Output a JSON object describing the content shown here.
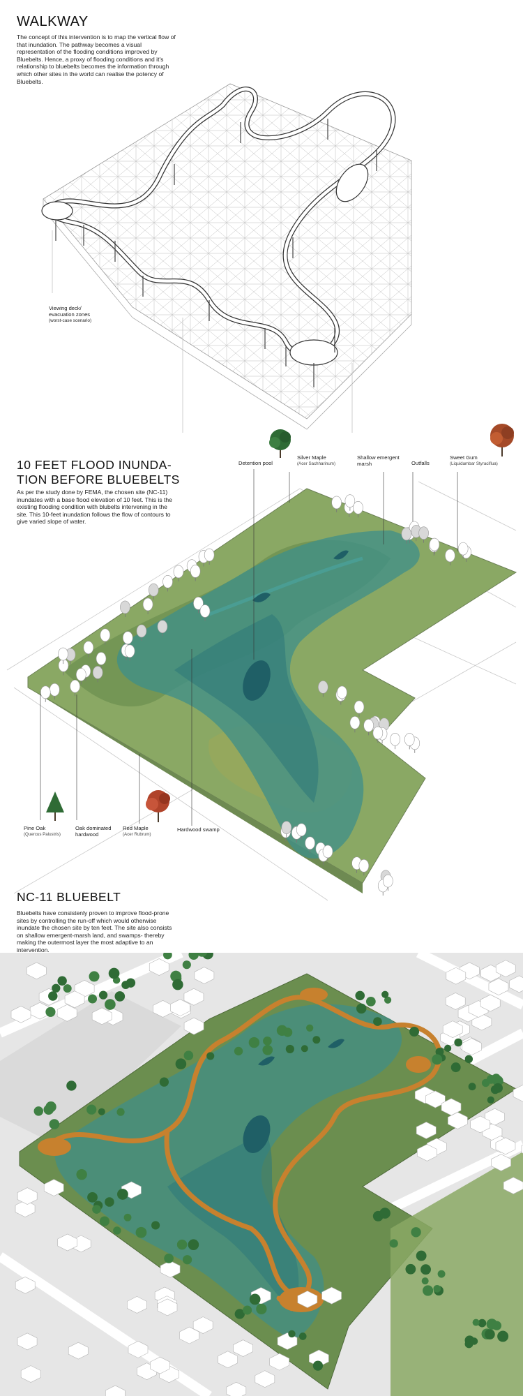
{
  "walkway": {
    "title": "WALKWAY",
    "body": "The concept of this intervention is to map the vertical flow of that inundation. The pathway becomes a visual representation of the flooding conditions improved by Bluebelts. Hence, a proxy of flooding conditions and it's relationship to bluebelts becomes the information through which other sites in the world can realise the potency of Bluebelts.",
    "deck_label_1": "Viewing deck/",
    "deck_label_2": "evacuation zones",
    "deck_label_3": "(worst-case scenario)"
  },
  "flood": {
    "title_line1": "10 FEET FLOOD INUNDA-",
    "title_line2": "TION BEFORE BLUEBELTS",
    "body": "As per the study done by FEMA, the chosen site (NC-11) inundates with a base flood elevation of 10 feet. This is the existing flooding condition with blubelts intervening in the site. This 10-feet inundation follows the flow of contours to give varied slope of water.",
    "labels": {
      "detention_pool": "Detention pool",
      "silver_maple": "Silver Maple",
      "silver_maple_latin": "(Acer Sachharinum)",
      "shallow_marsh_1": "Shallow emergent",
      "shallow_marsh_2": "marsh",
      "outfalls": "Outfalls",
      "sweet_gum": "Sweet Gum",
      "sweet_gum_latin": "(Liquidambar Styraciflua)",
      "pine_oak": "Pine Oak",
      "pine_oak_latin": "(Quercus Palustris)",
      "oak_hardwood_1": "Oak dominated",
      "oak_hardwood_2": "hardwood",
      "red_maple": "Red Maple",
      "red_maple_latin": "(Acer Rubrum)",
      "hardwood_swamp": "Hardwood swamp"
    }
  },
  "bluebelt": {
    "title": "NC-11 BLUEBELT",
    "body": "Bluebelts have consistenly proven to improve flood-prone sites by controlling the run-off which would otherwise inundate the chosen site by ten feet. The site also consists on shallow emergent-marsh land, and swamps- thereby making the outermost layer the most adaptive to an intervention."
  },
  "colors": {
    "land_green": "#8aa864",
    "dark_green": "#6b8e4f",
    "water_teal": "#3d8f8a",
    "deep_water": "#1f5f66",
    "walkway_orange": "#c7812e",
    "tree_dark": "#2f6b35"
  }
}
